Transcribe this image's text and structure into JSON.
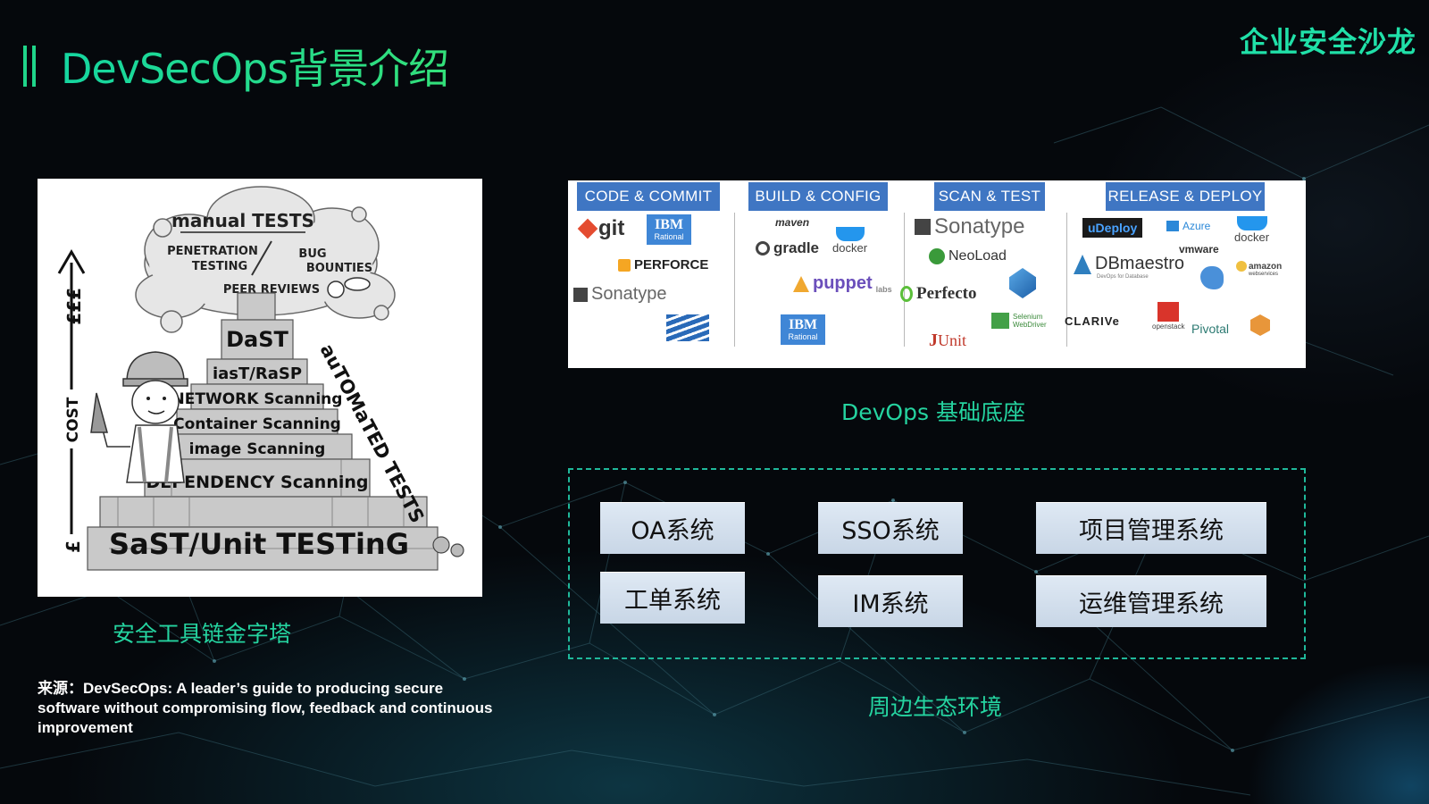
{
  "header": {
    "title": "DevSecOps背景介绍",
    "brand": "企业安全沙龙"
  },
  "pyramid": {
    "caption": "安全工具链金字塔",
    "cloud_title": "manual TESTS",
    "cloud_items": [
      "PENETRATION",
      "TESTING",
      "BUG",
      "BOUNTIES",
      "PEER REVIEWS"
    ],
    "levels": [
      "DaST",
      "iasT/RaSP",
      "NETWORK Scanning",
      "Container Scanning",
      "image Scanning",
      "DEPENDENCY Scanning",
      "SaST/Unit TESTinG"
    ],
    "side_label": "auTOMaTED TESTS",
    "axis_top": "£££",
    "axis_mid": "COST",
    "axis_bottom": "£"
  },
  "source_text": "来源：DevSecOps: A leader’s guide to producing secure software without compromising flow, feedback and continuous improvement",
  "devops": {
    "caption": "DevOps 基础底座",
    "stages": [
      "CODE & COMMIT",
      "BUILD & CONFIG",
      "SCAN & TEST",
      "RELEASE & DEPLOY"
    ],
    "logos": {
      "git": "git",
      "ibm1": "IBM",
      "ibm1_sub": "Rational",
      "perforce": "PERFORCE",
      "sonatype1": "Sonatype",
      "maven": "maven",
      "gradle": "gradle",
      "docker1": "docker",
      "puppet": "puppet",
      "puppet_sub": "labs",
      "ibm2": "IBM",
      "ibm2_sub": "Rational",
      "sonatype2": "Sonatype",
      "neoload": "NeoLoad",
      "perfecto": "Perfecto",
      "selenium": "Selenium WebDriver",
      "junit_j": "J",
      "junit_rest": "Unit",
      "udeploy": "uDeploy",
      "azure": "Azure",
      "vmware": "vmware",
      "docker2": "docker",
      "dbmaestro": "DBmaestro",
      "dbmaestro_sub": "DevOps for Database",
      "amazon": "amazon",
      "amazon_sub": "webservices",
      "clarive": "CLARIVe",
      "openstack": "openstack",
      "pivotal": "Pivotal"
    }
  },
  "ecosystem": {
    "caption": "周边生态环境",
    "systems": [
      "OA系统",
      "SSO系统",
      "项目管理系统",
      "工单系统",
      "IM系统",
      "运维管理系统"
    ]
  },
  "colors": {
    "accent_green": "#20d89a",
    "stage_blue": "#3f76c3",
    "button_bg": "#d3dfec"
  }
}
